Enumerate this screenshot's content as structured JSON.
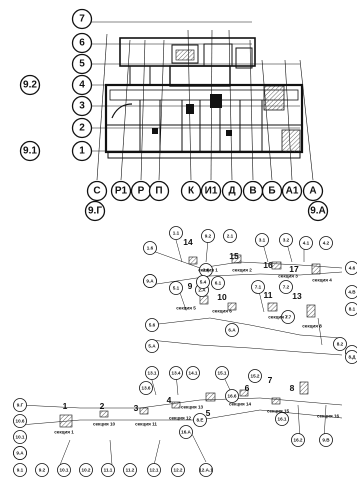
{
  "plan": {
    "axes_left": [
      "7",
      "6",
      "5",
      "9.2",
      "4",
      "3",
      "2",
      "9.1",
      "1"
    ],
    "axes_bottom_row1": [
      "С",
      "Р1",
      "Р",
      "П",
      "К",
      "И1",
      "Д",
      "В",
      "Б",
      "А1",
      "А"
    ],
    "axes_bottom_row2": [
      "9.Г",
      "9.А"
    ]
  },
  "site": {
    "small_axes": [
      "1.1",
      "9.2",
      "2.1",
      "3.1",
      "3.2",
      "4.1",
      "4.2",
      "1.6",
      "9.Б",
      "2.6",
      "4.6",
      "4.В",
      "9.А",
      "2.А",
      "5.1",
      "5.4",
      "6.1",
      "7.1",
      "7.2",
      "5.6",
      "9.В",
      "7.7",
      "8.1",
      "5.А",
      "6.А",
      "8.2",
      "8.Д",
      "13.1",
      "13.4",
      "14.1",
      "15.1",
      "15.2",
      "13.6",
      "16.6",
      "9.Г",
      "10.6",
      "10.1",
      "11.1",
      "16.1",
      "16.2",
      "9.В",
      "9.А",
      "9.1",
      "9.2",
      "10.1",
      "10.2",
      "11.1",
      "11.2",
      "12.1",
      "12.2",
      "12.А.1",
      "16.А",
      "8.Е"
    ],
    "sections": [
      {
        "num": "1",
        "label": "секция 1"
      },
      {
        "num": "2",
        "label": "секция 10"
      },
      {
        "num": "3",
        "label": "секция 11"
      },
      {
        "num": "4",
        "label": "секция 12"
      },
      {
        "num": "5",
        "label": "секция 13"
      },
      {
        "num": "6",
        "label": "секция 14"
      },
      {
        "num": "7",
        "label": "секция 15"
      },
      {
        "num": "8",
        "label": "секция 16"
      },
      {
        "num": "9",
        "label": "секция 5"
      },
      {
        "num": "10",
        "label": "секция 6"
      },
      {
        "num": "11",
        "label": "секция 7"
      },
      {
        "num": "13",
        "label": "секция 8"
      },
      {
        "num": "14",
        "label": "секция 1"
      },
      {
        "num": "15",
        "label": "секция 2"
      },
      {
        "num": "16",
        "label": "секция 3"
      },
      {
        "num": "17",
        "label": "секция 4"
      }
    ]
  },
  "colors": {
    "ink": "#111111",
    "hatch": "#555555",
    "paper": "#ffffff"
  }
}
